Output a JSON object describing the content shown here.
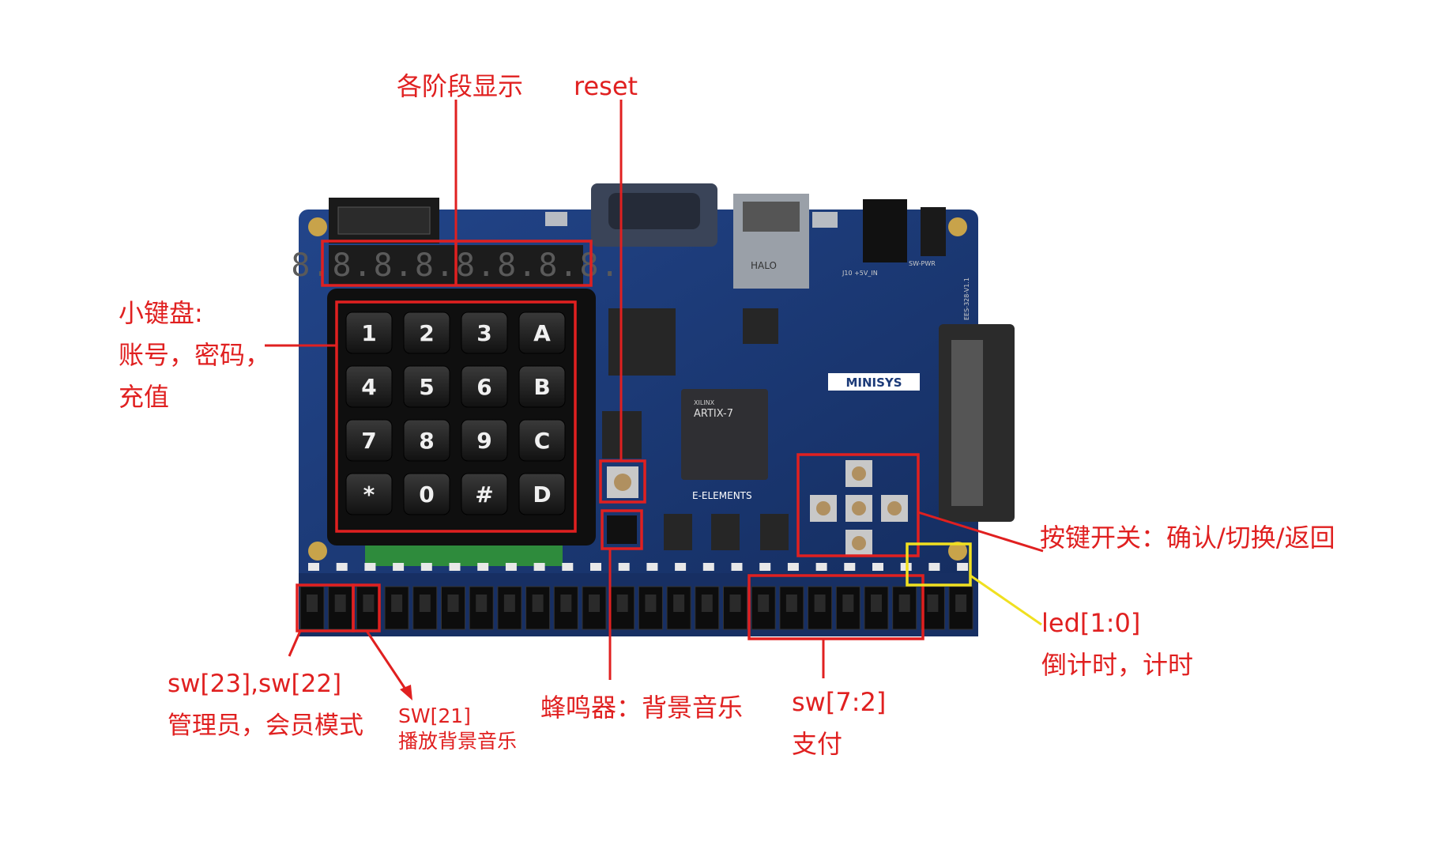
{
  "board": {
    "pcb_color": "#1b3a78",
    "brand_label": "MINISYS",
    "maker_label": "E-ELEMENTS",
    "chip_brand": "XILINX",
    "chip_name": "ARTIX-7",
    "power_switch_label": "SW-PWR",
    "connector_label": "J10 +5V_IN",
    "ethernet_label": "HALO",
    "side_label": "EES-328-V1.1",
    "seven_seg_text": "8.8.8.8.8.8.8.8.",
    "keypad_keys": [
      "1",
      "2",
      "3",
      "A",
      "4",
      "5",
      "6",
      "B",
      "7",
      "8",
      "9",
      "C",
      "*",
      "0",
      "#",
      "D"
    ]
  },
  "annotations": {
    "seg_display": "各阶段显示",
    "reset": "reset",
    "keypad_line1": "小键盘:",
    "keypad_line2": "账号，密码，",
    "keypad_line3": "充值",
    "buttons": "按键开关：确认/切换/返回",
    "led_line1": "led[1:0]",
    "led_line2": "倒计时，计时",
    "sw_mode_line1": "sw[23],sw[22]",
    "sw_mode_line2": "管理员，会员模式",
    "sw21_line1": "SW[21]",
    "sw21_line2": "播放背景音乐",
    "buzzer": "蜂鸣器：背景音乐",
    "sw_pay_line1": "sw[7:2]",
    "sw_pay_line2": "支付"
  },
  "colors": {
    "annotation": "#e02020",
    "highlight_red": "#e02020",
    "highlight_yellow": "#f0e020",
    "led_line": "#f0e020"
  }
}
